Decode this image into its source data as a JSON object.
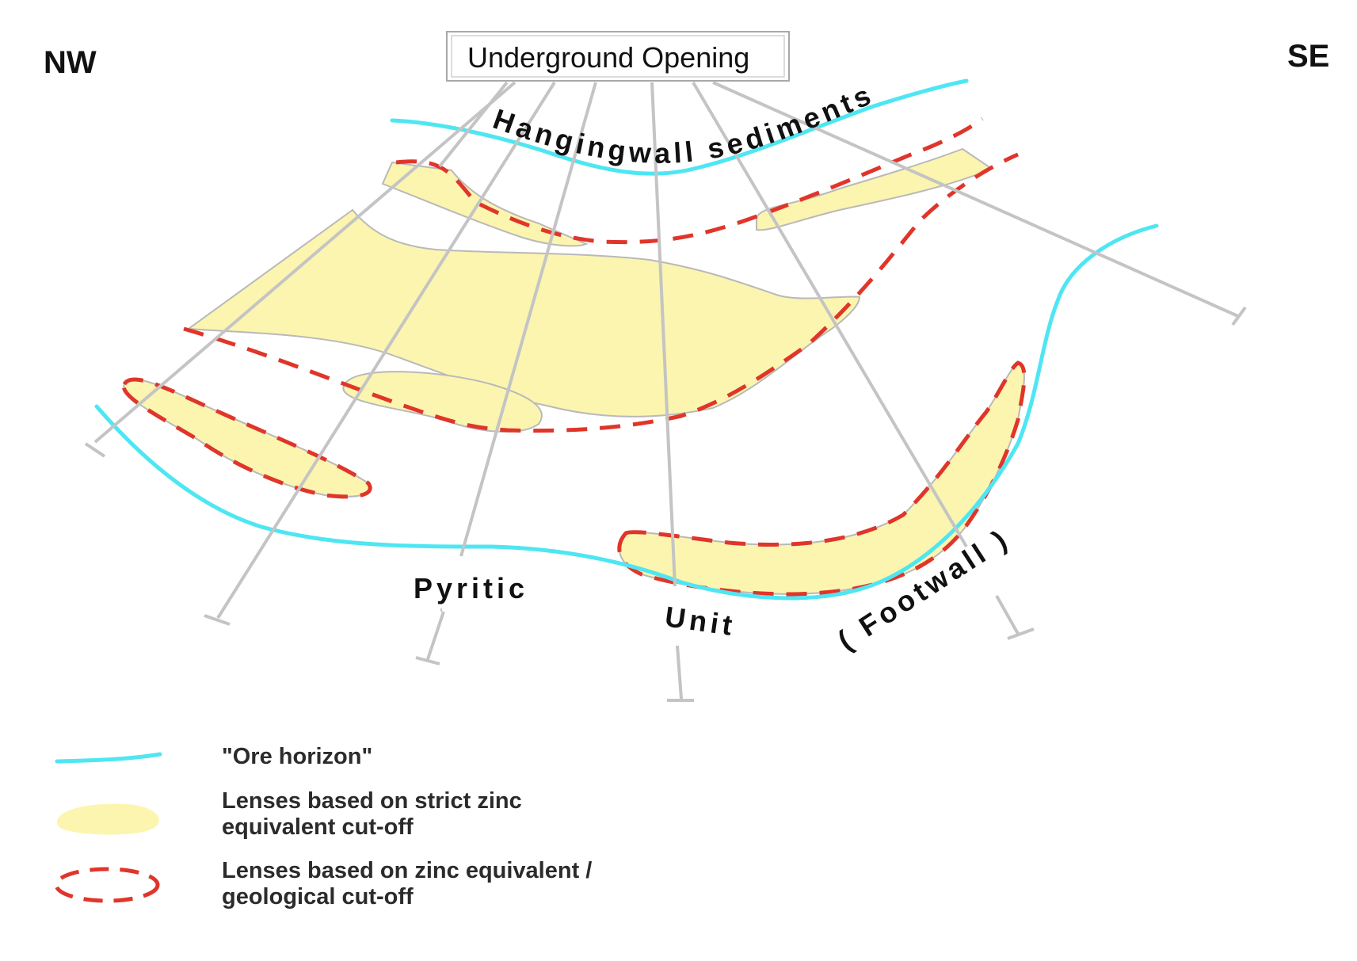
{
  "title": "",
  "direction": {
    "left": "NW",
    "right": "SE"
  },
  "opening_label": "Underground Opening",
  "unit_labels": {
    "hangingwall": "Hangingwall sediments",
    "pyritic": "Pyritic",
    "unit": "Unit",
    "footwall": "( Footwall )"
  },
  "legend": [
    {
      "id": "ore-horizon",
      "label": "\"Ore horizon\""
    },
    {
      "id": "strict-lens",
      "label": "Lenses based on strict zinc\nequivalent cut-off"
    },
    {
      "id": "geo-lens",
      "label": "Lenses based on zinc equivalent /\ngeological cut-off"
    }
  ],
  "colors": {
    "ore_horizon": "#4ee6f2",
    "lens_fill": "#fbf5b0",
    "lens_outline": "#b9b9b9",
    "cutoff_dash": "#e0352a",
    "drillhole": "#c4c4c4",
    "text": "#111111"
  }
}
